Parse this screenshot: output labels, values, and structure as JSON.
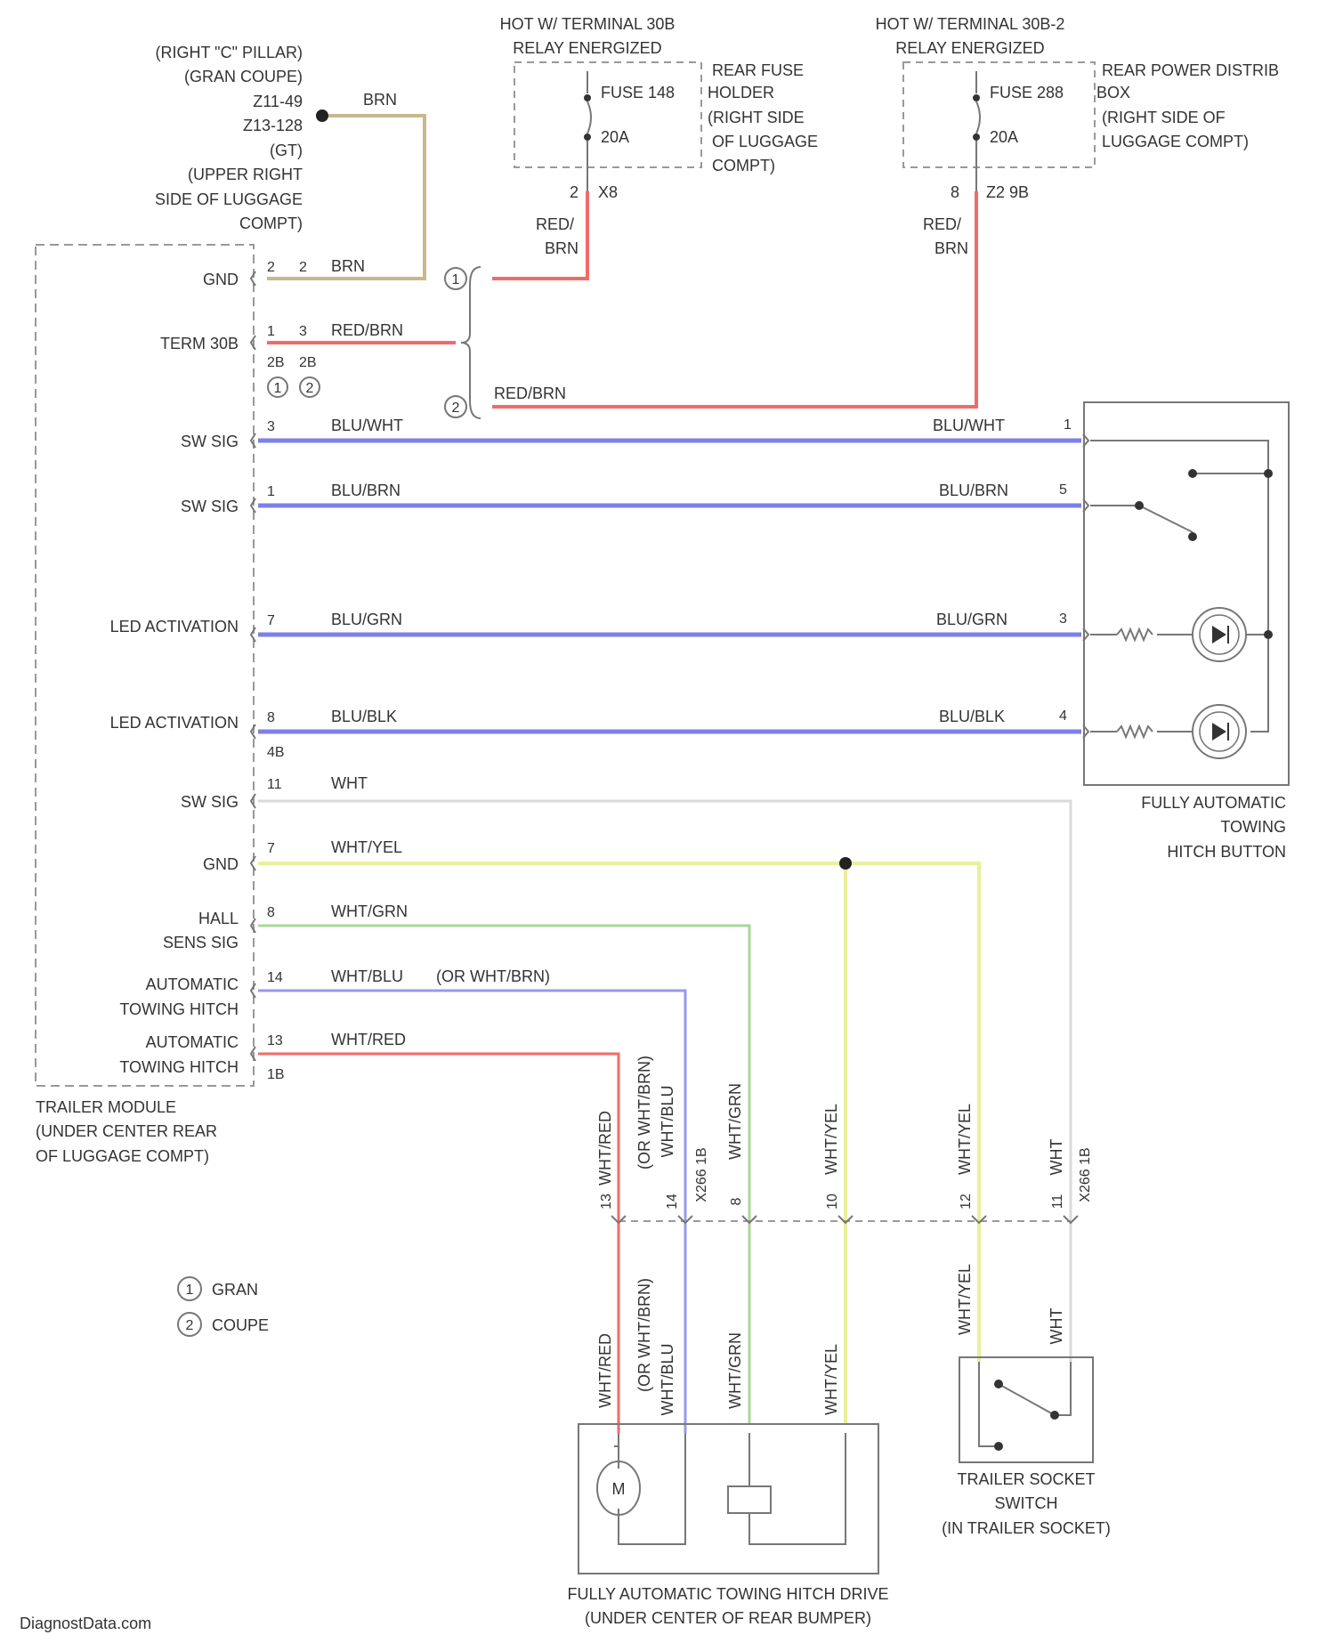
{
  "colors": {
    "red": "#f26b6b",
    "brown": "#c8b88a",
    "blue": "#7f7fe8",
    "white": "#d9d9d9",
    "yellow": "#e9ef9a",
    "green": "#a9d79a",
    "outline": "#777777",
    "dash": "#999999",
    "text": "#333333"
  },
  "ground_point": {
    "label": [
      "(RIGHT \"C\" PILLAR)",
      "(GRAN COUPE)",
      "Z11-49",
      "Z13-128",
      "(GT)",
      "(UPPER RIGHT",
      "SIDE OF LUGGAGE",
      "COMPT)"
    ],
    "wire": "BRN"
  },
  "fuse_148": {
    "header": [
      "HOT W/ TERMINAL 30B",
      "RELAY ENERGIZED"
    ],
    "fuse_name": "FUSE 148",
    "amps": "20A",
    "box_label": [
      "REAR FUSE",
      "HOLDER",
      "(RIGHT SIDE",
      "OF LUGGAGE",
      "COMPT)"
    ],
    "pin": "2",
    "connector": "X8",
    "wire": [
      "RED/",
      "BRN"
    ]
  },
  "fuse_288": {
    "header": [
      "HOT W/ TERMINAL 30B-2",
      "RELAY ENERGIZED"
    ],
    "fuse_name": "FUSE 288",
    "amps": "20A",
    "box_label": [
      "REAR POWER DISTRIB",
      "BOX",
      "(RIGHT SIDE OF",
      "LUGGAGE COMPT)"
    ],
    "pin": "8",
    "connector": "Z2 9B",
    "wire": [
      "RED/",
      "BRN"
    ]
  },
  "trailer_module": {
    "label": [
      "TRAILER MODULE",
      "(UNDER CENTER REAR",
      "OF LUGGAGE COMPT)"
    ],
    "pins": [
      {
        "name": "GND",
        "pin_a": "2",
        "pin_b": "2",
        "wire": "BRN"
      },
      {
        "name": "TERM 30B",
        "pin_a": "1",
        "pin_b": "3",
        "wire": "RED/BRN",
        "conn_a": "2B",
        "conn_b": "2B"
      },
      {
        "name": "SW SIG",
        "pin": "3",
        "wire": "BLU/WHT"
      },
      {
        "name": "SW SIG",
        "pin": "1",
        "wire": "BLU/BRN"
      },
      {
        "name": "LED ACTIVATION",
        "pin": "7",
        "wire": "BLU/GRN"
      },
      {
        "name": "LED ACTIVATION",
        "pin": "8",
        "wire": "BLU/BLK",
        "conn": "4B"
      },
      {
        "name": "SW SIG",
        "pin": "11",
        "wire": "WHT"
      },
      {
        "name": "GND",
        "pin": "7",
        "wire": "WHT/YEL"
      },
      {
        "name": [
          "HALL",
          "SENS SIG"
        ],
        "pin": "8",
        "wire": "WHT/GRN"
      },
      {
        "name": [
          "AUTOMATIC",
          "TOWING HITCH"
        ],
        "pin": "14",
        "wire": "WHT/BLU",
        "alt_wire": "(OR WHT/BRN)"
      },
      {
        "name": [
          "AUTOMATIC",
          "TOWING HITCH"
        ],
        "pin": "13",
        "wire": "WHT/RED",
        "conn": "1B"
      }
    ]
  },
  "option_marks": {
    "a": "1",
    "b": "2"
  },
  "splice_wire": "RED/BRN",
  "hitch_button": {
    "label": [
      "FULLY AUTOMATIC",
      "TOWING",
      "HITCH BUTTON"
    ],
    "pins": [
      {
        "pin": "1",
        "wire": "BLU/WHT"
      },
      {
        "pin": "5",
        "wire": "BLU/BRN"
      },
      {
        "pin": "3",
        "wire": "BLU/GRN"
      },
      {
        "pin": "4",
        "wire": "BLU/BLK"
      }
    ]
  },
  "connector_x": {
    "labels": [
      {
        "wire": "WHT/RED",
        "pin": "13"
      },
      {
        "wire": [
          "WHT/BLU",
          "(OR WHT/BRN)"
        ],
        "pin": "14",
        "conn": "X266 1B"
      },
      {
        "wire": "WHT/GRN",
        "pin": "8"
      },
      {
        "wire": "WHT/YEL",
        "pin": "10"
      },
      {
        "wire": "WHT/YEL",
        "pin": "12"
      },
      {
        "wire": "WHT",
        "pin": "11",
        "conn": "X266 1B"
      }
    ]
  },
  "legend": [
    {
      "mark": "1",
      "text": "GRAN"
    },
    {
      "mark": "2",
      "text": "COUPE"
    }
  ],
  "hitch_drive": {
    "label": [
      "FULLY AUTOMATIC TOWING HITCH DRIVE",
      "(UNDER CENTER OF REAR BUMPER)"
    ],
    "motor": "M",
    "wires": [
      "WHT/RED",
      "(OR WHT/BRN)",
      "WHT/BLU",
      "WHT/GRN",
      "WHT/YEL"
    ]
  },
  "socket_switch": {
    "label": [
      "TRAILER SOCKET",
      "SWITCH",
      "(IN TRAILER SOCKET)"
    ],
    "wires": [
      "WHT/YEL",
      "WHT"
    ]
  },
  "footer": "DiagnostData.com"
}
